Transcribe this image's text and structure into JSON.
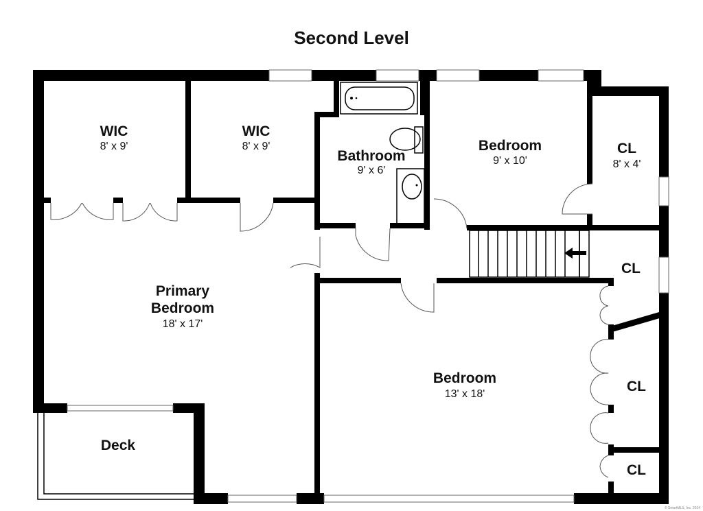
{
  "title": "Second Level",
  "rooms": {
    "wic1": {
      "name": "WIC",
      "dims": "8' x 9'"
    },
    "wic2": {
      "name": "WIC",
      "dims": "8' x 9'"
    },
    "bathroom": {
      "name": "Bathroom",
      "dims": "9' x 6'"
    },
    "bedroom_top": {
      "name": "Bedroom",
      "dims": "9' x 10'"
    },
    "cl_top": {
      "name": "CL",
      "dims": "8' x 4'"
    },
    "primary": {
      "name_line1": "Primary",
      "name_line2": "Bedroom",
      "dims": "18' x 17'"
    },
    "cl_stair": {
      "name": "CL"
    },
    "bedroom_main": {
      "name": "Bedroom",
      "dims": "13' x 18'"
    },
    "cl_mid": {
      "name": "CL"
    },
    "cl_bottom": {
      "name": "CL"
    },
    "deck": {
      "name": "Deck"
    }
  },
  "copyright": "© SmartMLS, Inc. 2024"
}
